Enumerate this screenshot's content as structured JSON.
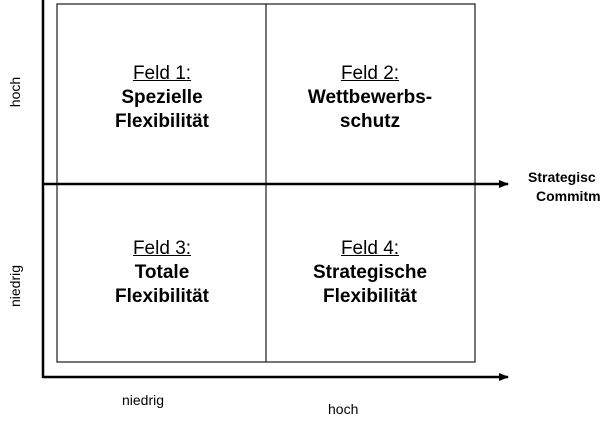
{
  "fields": [
    {
      "number": "Feld 1:",
      "name_line1": "Spezielle",
      "name_line2": "Flexibilität"
    },
    {
      "number": "Feld 2:",
      "name_line1": "Wettbewerbs-",
      "name_line2": "schutz"
    },
    {
      "number": "Feld 3:",
      "name_line1": "Totale",
      "name_line2": "Flexibilität"
    },
    {
      "number": "Feld 4:",
      "name_line1": "Strategische",
      "name_line2": "Flexibilität"
    }
  ],
  "y_axis": {
    "high_label": "hoch",
    "low_label": "niedrig"
  },
  "x_axis": {
    "low_label": "niedrig",
    "high_label": "hoch"
  },
  "right_axis_title": {
    "line1": "Strategisc",
    "line2": "Commitm"
  },
  "colors": {
    "lines": "#000000",
    "grid": "#1a1a1a",
    "background": "#ffffff"
  }
}
